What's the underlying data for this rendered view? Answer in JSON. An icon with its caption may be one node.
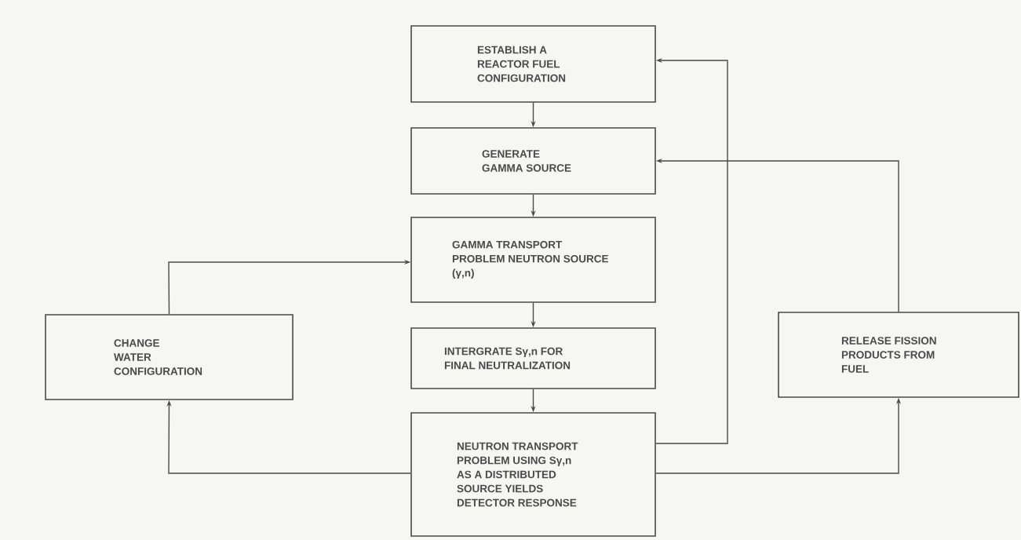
{
  "diagram": {
    "nodes": [
      {
        "text": [
          "ESTABLISH A REACTOR FUEL CONFIGURATION"
        ]
      },
      {
        "text": [
          "GENERATE GAMMA SOURCE"
        ]
      },
      {
        "text": [
          "GAMMA TRANSPORT PROBLEM NEUTRON SOURCE (γ,n)"
        ]
      },
      {
        "text": [
          "CHANGE WATER CONFIGURATION"
        ]
      },
      {
        "text": [
          "INTERGRATE Sγ,n FOR FINAL NEUTRALIZATION"
        ]
      },
      {
        "text": [
          "RELEASE FISSION PRODUCTS FROM FUEL"
        ]
      },
      {
        "text": [
          "NEUTRON TRANSPORT PROBLEM USING Sγ,n AS A DISTRIBUTED SOURCE YIELDS DETECTOR RESPONSE"
        ]
      }
    ],
    "edges": [
      {
        "from": 0,
        "to": 1,
        "arrow": "to"
      },
      {
        "from": 1,
        "to": 2,
        "arrow": "to"
      },
      {
        "from": 2,
        "to": 4,
        "arrow": "to"
      },
      {
        "from": 4,
        "to": 6,
        "arrow": "to"
      },
      {
        "from": 6,
        "to": 0,
        "arrow": "to"
      },
      {
        "from": 6,
        "to": 3,
        "arrow": "to"
      },
      {
        "from": 3,
        "to": 2,
        "arrow": "to"
      },
      {
        "from": 6,
        "to": 5,
        "arrow": "to"
      },
      {
        "from": 5,
        "to": 1,
        "arrow": "to"
      }
    ]
  }
}
